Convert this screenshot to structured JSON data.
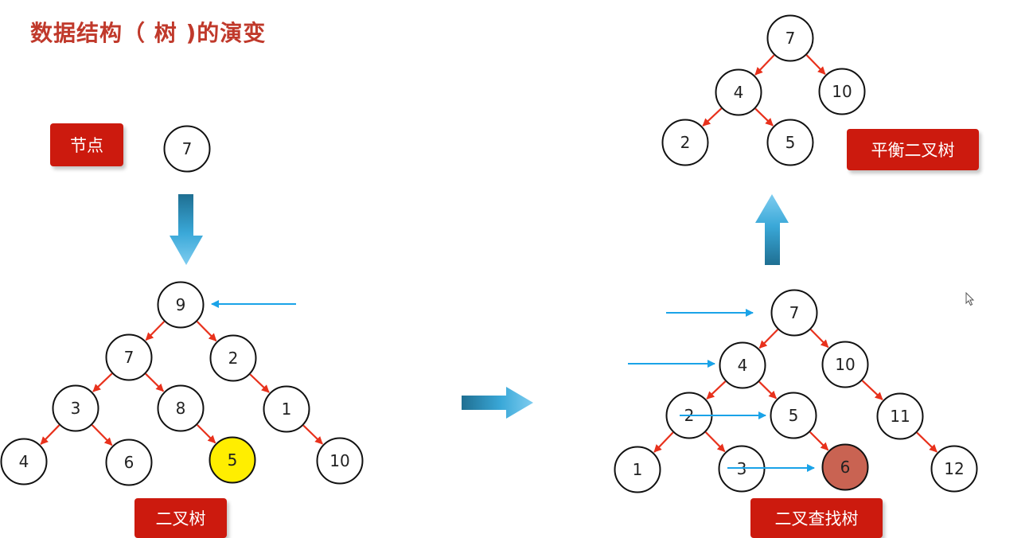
{
  "title": "数据结构（ 树 )的演变",
  "labels": {
    "node": "节点",
    "binary_tree": "二叉树",
    "bst": "二叉查找树",
    "balanced": "平衡二叉树"
  },
  "colors": {
    "title": "#c0392b",
    "tag_bg": "#cc1a0e",
    "edge": "#e8311c",
    "pointer": "#1aa3e8",
    "highlight_yellow": "#ffee00",
    "highlight_red": "#c96352",
    "block_arrow": "#2a8fc0"
  },
  "single_node": {
    "value": "7"
  },
  "binary_tree": {
    "nodes": [
      {
        "id": "n9",
        "value": "9"
      },
      {
        "id": "n7",
        "value": "7"
      },
      {
        "id": "n2",
        "value": "2"
      },
      {
        "id": "n3",
        "value": "3"
      },
      {
        "id": "n8",
        "value": "8"
      },
      {
        "id": "n1",
        "value": "1"
      },
      {
        "id": "n4",
        "value": "4"
      },
      {
        "id": "n6",
        "value": "6"
      },
      {
        "id": "n5",
        "value": "5",
        "highlight": "yellow"
      },
      {
        "id": "n10",
        "value": "10"
      }
    ],
    "edges": [
      [
        "n9",
        "n7"
      ],
      [
        "n9",
        "n2"
      ],
      [
        "n7",
        "n3"
      ],
      [
        "n7",
        "n8"
      ],
      [
        "n2",
        "n1"
      ],
      [
        "n3",
        "n4"
      ],
      [
        "n3",
        "n6"
      ],
      [
        "n8",
        "n5"
      ],
      [
        "n1",
        "n10"
      ]
    ]
  },
  "bst": {
    "nodes": [
      {
        "id": "b7",
        "value": "7"
      },
      {
        "id": "b4",
        "value": "4"
      },
      {
        "id": "b10",
        "value": "10"
      },
      {
        "id": "b2",
        "value": "2"
      },
      {
        "id": "b5",
        "value": "5"
      },
      {
        "id": "b11",
        "value": "11"
      },
      {
        "id": "b1",
        "value": "1"
      },
      {
        "id": "b3",
        "value": "3"
      },
      {
        "id": "b6",
        "value": "6",
        "highlight": "red"
      },
      {
        "id": "b12",
        "value": "12"
      }
    ],
    "edges": [
      [
        "b7",
        "b4"
      ],
      [
        "b7",
        "b10"
      ],
      [
        "b4",
        "b2"
      ],
      [
        "b4",
        "b5"
      ],
      [
        "b10",
        "b11"
      ],
      [
        "b2",
        "b1"
      ],
      [
        "b2",
        "b3"
      ],
      [
        "b5",
        "b6"
      ],
      [
        "b11",
        "b12"
      ]
    ]
  },
  "balanced_tree": {
    "nodes": [
      {
        "id": "a7",
        "value": "7"
      },
      {
        "id": "a4",
        "value": "4"
      },
      {
        "id": "a10",
        "value": "10"
      },
      {
        "id": "a2",
        "value": "2"
      },
      {
        "id": "a5",
        "value": "5"
      }
    ],
    "edges": [
      [
        "a7",
        "a4"
      ],
      [
        "a7",
        "a10"
      ],
      [
        "a4",
        "a2"
      ],
      [
        "a4",
        "a5"
      ]
    ]
  }
}
